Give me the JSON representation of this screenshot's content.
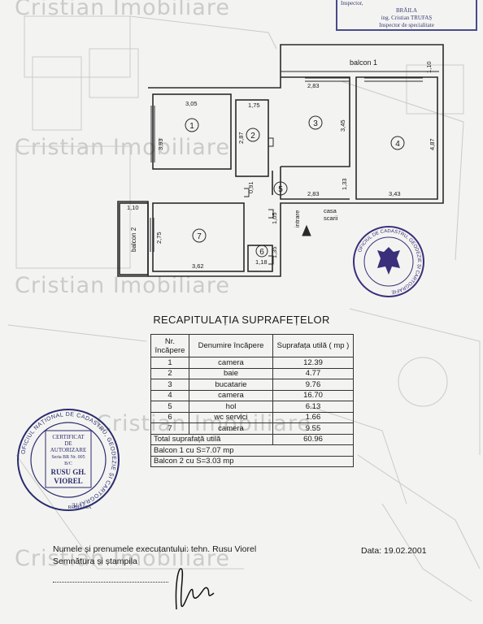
{
  "header_stamp": {
    "line1": "Inspector,",
    "line2": "BRĂILA",
    "line3": "ing. Cristian TRUFAȘ",
    "line4": "Inspector de specialitate"
  },
  "watermark": {
    "text": "Cristian Imobiliare"
  },
  "plan": {
    "balcony1_label": "balcon 1",
    "balcony2_label": "balcon 2",
    "entrance_label": "intrare",
    "stair_label_1": "casa",
    "stair_label_2": "scarii",
    "rooms": [
      "1",
      "2",
      "3",
      "4",
      "5",
      "6",
      "7"
    ],
    "dims": {
      "r1_w": "3,05",
      "r1_h": "3,93",
      "r2_w": "1,75",
      "r2_h": "2,87",
      "r3_w": "2,83",
      "r3_h": "3,45",
      "r4_w": "3,43",
      "r4_h": "4,87",
      "hall_w": "2,83",
      "hall_h1": "1,33",
      "hall_h2": "0,91",
      "hall_h3": "1,05",
      "b1_d": "1,10",
      "b2_w": "1,10",
      "b2_h": "2,75",
      "r6_w": "1,18",
      "r6_h": "1,35",
      "r7_w": "3,62"
    }
  },
  "summary": {
    "title": "RECAPITULAȚIA SUPRAFEȚELOR",
    "col_nr": "Nr. încăpere",
    "col_name": "Denumire încăpere",
    "col_area": "Suprafața utilă ( mp )",
    "rows": [
      {
        "nr": "1",
        "name": "camera",
        "area": "12.39"
      },
      {
        "nr": "2",
        "name": "baie",
        "area": "4.77"
      },
      {
        "nr": "3",
        "name": "bucatarie",
        "area": "9.76"
      },
      {
        "nr": "4",
        "name": "camera",
        "area": "16.70"
      },
      {
        "nr": "5",
        "name": "hol",
        "area": "6.13"
      },
      {
        "nr": "6",
        "name": "wc servici",
        "area": "1.66"
      },
      {
        "nr": "7",
        "name": "camera",
        "area": "9.55"
      }
    ],
    "total_label": "Total suprafață utilă",
    "total_value": "60.96",
    "balcony1": "Balcon 1 cu S=7.07 mp",
    "balcony2": "Balcon 2 cu S=3.03 mp"
  },
  "seal_left": {
    "ring": "OFICIUL NAȚIONAL DE CADASTRU, GEODEZIE ȘI CARTOGRAFIE",
    "l1": "CERTIFICAT",
    "l2": "DE",
    "l3": "AUTORIZARE",
    "l4": "Seria BR Nr. 005",
    "l5": "B/C",
    "l6": "RUSU GH.",
    "l7": "VIOREL",
    "bottom": "ROMÂNIA"
  },
  "seal_right": {
    "ring": "OFICIUL DE CADASTRU, GEODEZIE ȘI CARTOGRAFIE"
  },
  "footer": {
    "executant": "Numele și prenumele executantului: tehn. Rusu Viorel",
    "signature": "Semnătura și ștampila",
    "date": "Data: 19.02.2001"
  }
}
